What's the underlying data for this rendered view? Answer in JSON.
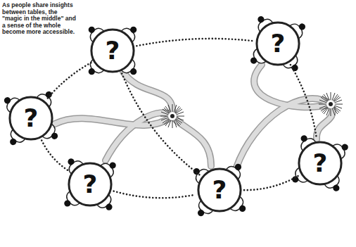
{
  "diagram": {
    "nodes": [
      {
        "text": [
          "?"
        ]
      },
      {
        "text": [
          "?"
        ]
      },
      {
        "text": [
          "?"
        ]
      },
      {
        "text": [
          "?"
        ]
      },
      {
        "text": [
          "?"
        ]
      },
      {
        "text": [
          "?"
        ]
      }
    ],
    "edges": [
      {
        "from": 0,
        "to": 1,
        "arrow": "none"
      },
      {
        "from": 0,
        "to": 2,
        "arrow": "none"
      },
      {
        "from": 2,
        "to": 4,
        "arrow": "none"
      },
      {
        "from": 4,
        "to": 5,
        "arrow": "none"
      },
      {
        "from": 5,
        "to": 3,
        "arrow": "none"
      },
      {
        "from": 1,
        "to": 3,
        "arrow": "none"
      },
      {
        "from": 0,
        "to": 5,
        "arrow": "none"
      }
    ],
    "labels": [
      "As people share insights between tables, the \"magic in the middle\" and a sense of the whole become more accessible."
    ]
  }
}
